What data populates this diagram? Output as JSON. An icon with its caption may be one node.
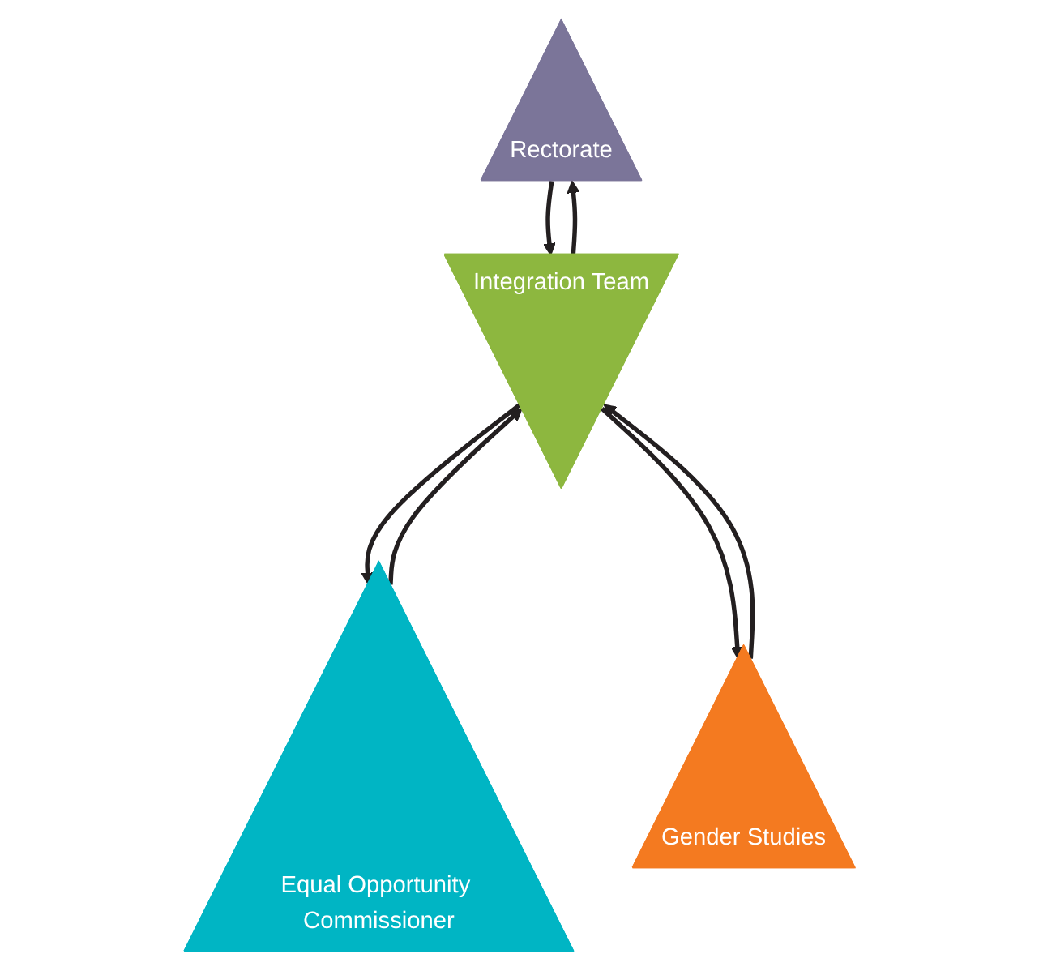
{
  "diagram": {
    "nodes": [
      {
        "text": [
          "Rectorate"
        ]
      },
      {
        "text": [
          "Integration Team"
        ]
      },
      {
        "text": [
          "Equal Opportunity Commissioner"
        ]
      },
      {
        "text": [
          "Gender Studies"
        ]
      }
    ],
    "edges": [
      {
        "from": 0,
        "to": 1,
        "arrow": "to"
      },
      {
        "from": 1,
        "to": 0,
        "arrow": "to"
      },
      {
        "from": 1,
        "to": 2,
        "arrow": "to"
      },
      {
        "from": 2,
        "to": 1,
        "arrow": "to"
      },
      {
        "from": 1,
        "to": 3,
        "arrow": "to"
      },
      {
        "from": 3,
        "to": 1,
        "arrow": "to"
      }
    ]
  }
}
